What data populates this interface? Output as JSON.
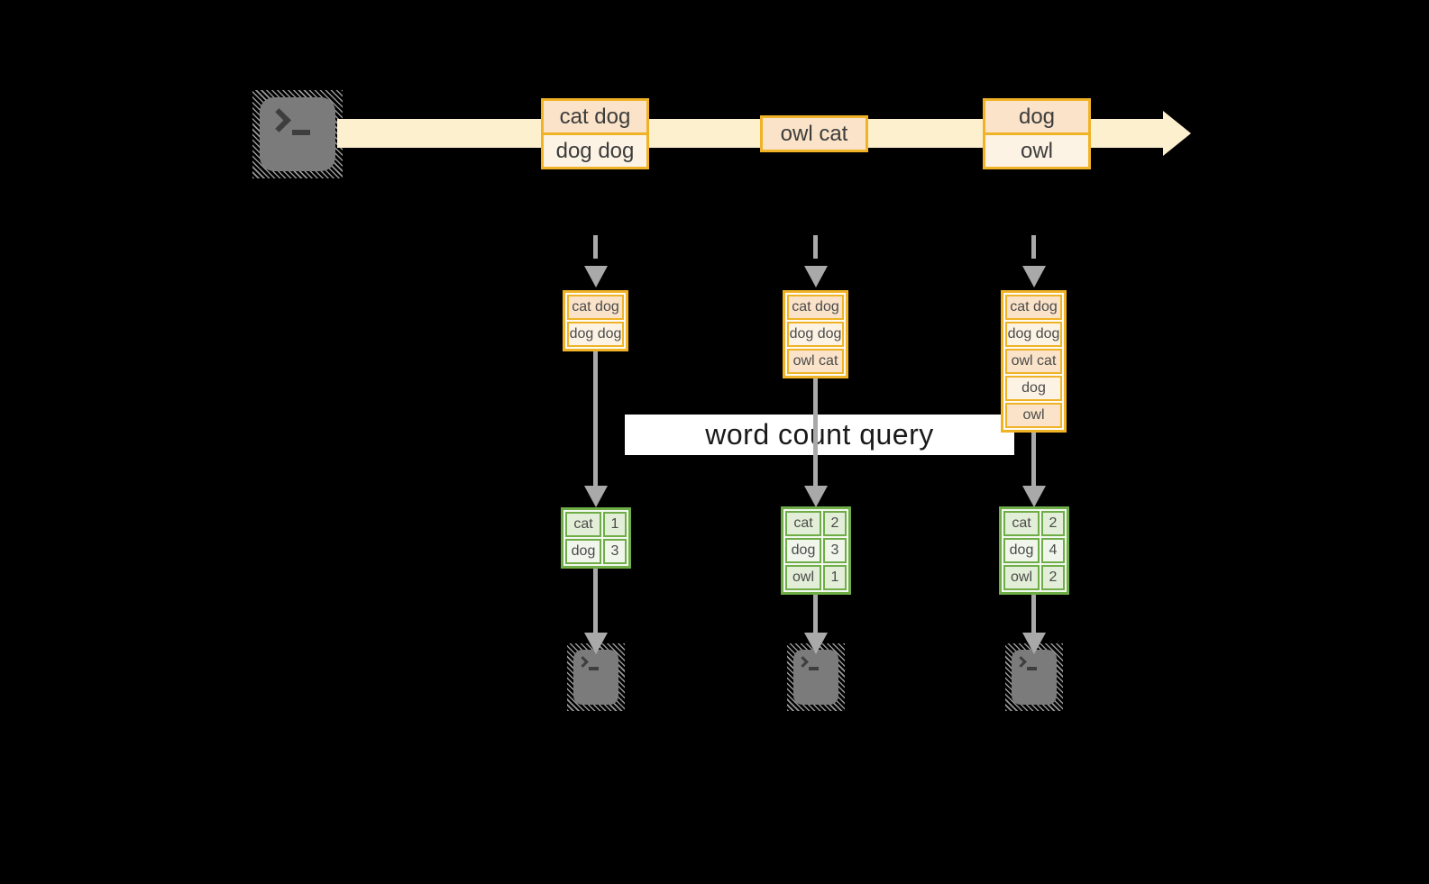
{
  "banner": {
    "label": "word count query"
  },
  "colors": {
    "background": "#000000",
    "stream_band": "#fdf0cf",
    "box_border_orange": "#f0b327",
    "cell_peach": "#fae3c8",
    "cell_cream": "#fdf3e4",
    "count_border_green": "#6fad47",
    "count_cell_green": "#e3eed8",
    "count_cell_white": "#f0f6ec",
    "arrow_gray": "#a9a9a9",
    "terminal_gray": "#7b7b7b"
  },
  "stream": {
    "batches": [
      {
        "lines": [
          "cat dog",
          "dog dog"
        ]
      },
      {
        "lines": [
          "owl cat"
        ]
      },
      {
        "lines": [
          "dog",
          "owl"
        ]
      }
    ]
  },
  "columns": [
    {
      "input": [
        "cat dog",
        "dog dog"
      ],
      "counts": [
        {
          "word": "cat",
          "count": "1"
        },
        {
          "word": "dog",
          "count": "3"
        }
      ]
    },
    {
      "input": [
        "cat dog",
        "dog dog",
        "owl cat"
      ],
      "counts": [
        {
          "word": "cat",
          "count": "2"
        },
        {
          "word": "dog",
          "count": "3"
        },
        {
          "word": "owl",
          "count": "1"
        }
      ]
    },
    {
      "input": [
        "cat dog",
        "dog dog",
        "owl cat",
        "dog",
        "owl"
      ],
      "counts": [
        {
          "word": "cat",
          "count": "2"
        },
        {
          "word": "dog",
          "count": "4"
        },
        {
          "word": "owl",
          "count": "2"
        }
      ]
    }
  ]
}
